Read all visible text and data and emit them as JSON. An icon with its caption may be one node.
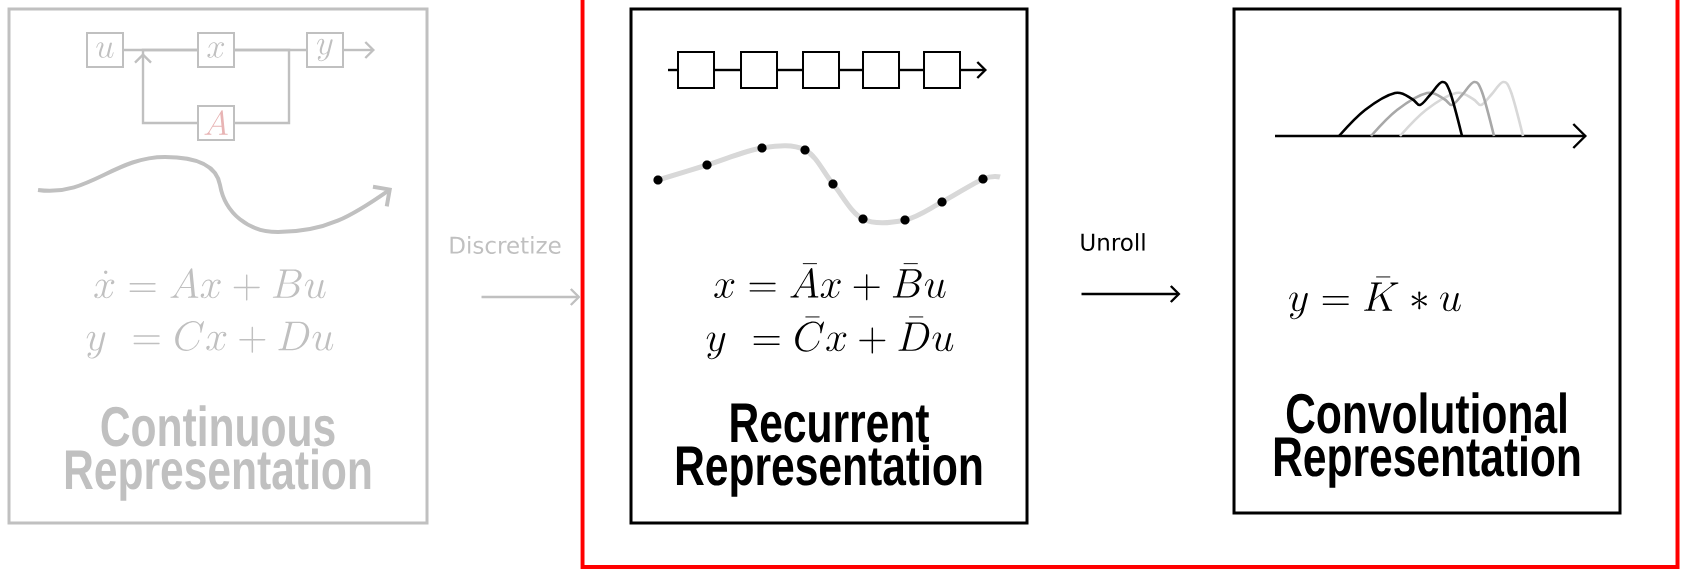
{
  "diagram": {
    "nodes": [
      {
        "text": [
          "\\dot{x} = Ax + Bu",
          "y\\ = Cx + Du",
          "Continuous Representation"
        ]
      },
      {
        "text": [
          "u"
        ],
        "in": 0
      },
      {
        "text": [
          "x"
        ],
        "in": 0
      },
      {
        "text": [
          "y"
        ],
        "in": 0
      },
      {
        "text": [
          "A"
        ],
        "in": 0
      },
      {
        "text": [],
        "shape": "box"
      },
      {
        "text": [
          "x = \\bar{A}x + \\bar{B}u",
          "y\\ = \\bar{C}x + \\bar{D}u",
          "Recurrent Representation"
        ],
        "in": 5
      },
      {
        "text": [],
        "shape": "box",
        "in": 6
      },
      {
        "text": [],
        "shape": "box",
        "in": 6
      },
      {
        "text": [],
        "shape": "box",
        "in": 6
      },
      {
        "text": [],
        "shape": "box",
        "in": 6
      },
      {
        "text": [],
        "shape": "box",
        "in": 6
      },
      {
        "text": [
          "y = \\bar{K} * u",
          "Convolutional Representation"
        ],
        "in": 5
      }
    ],
    "edges": [
      {
        "from": 1,
        "to": 2,
        "arrow": "none",
        "color": "#c0c0c0"
      },
      {
        "from": 2,
        "to": 3,
        "arrow": "none",
        "color": "#c0c0c0"
      },
      {
        "from": 3,
        "to": null,
        "arrow": "to",
        "color": "#c0c0c0"
      },
      {
        "from": 2,
        "to": 4,
        "arrow": "none",
        "color": "#c0c0c0"
      },
      {
        "from": 4,
        "to": 2,
        "arrow": "to",
        "color": "#c0c0c0"
      },
      {
        "from": 0,
        "to": 5,
        "arrow": "to",
        "label": "Discretize",
        "color": "#c0c0c0"
      },
      {
        "from": null,
        "to": 7,
        "arrow": "none"
      },
      {
        "from": 7,
        "to": 8,
        "arrow": "none"
      },
      {
        "from": 8,
        "to": 9,
        "arrow": "none"
      },
      {
        "from": 9,
        "to": 10,
        "arrow": "none"
      },
      {
        "from": 10,
        "to": 11,
        "arrow": "none"
      },
      {
        "from": 11,
        "to": null,
        "arrow": "to"
      },
      {
        "from": 6,
        "to": 12,
        "arrow": "to",
        "label": "Unroll"
      }
    ]
  }
}
